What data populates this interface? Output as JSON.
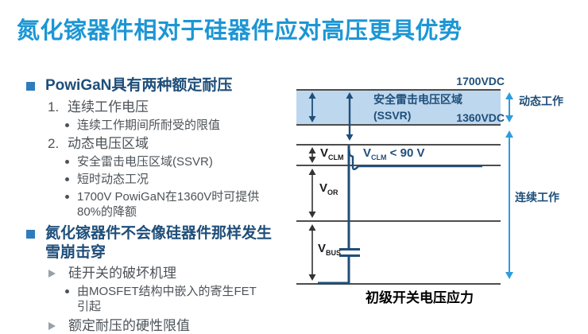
{
  "title": "氮化镓器件相对于硅器件应对高压更具优势",
  "left": {
    "s1_heading": "PowiGaN具有两种额定耐压",
    "s1_i1_num": "1.",
    "s1_i1_text": "连续工作电压",
    "s1_i1_sub": "连续工作期间所耐受的限值",
    "s1_i2_num": "2.",
    "s1_i2_text": "动态电压区域",
    "s1_i2_sub1": "安全雷击电压区域(SSVR)",
    "s1_i2_sub2": "短时动态工况",
    "s1_i2_sub3": "1700V PowiGaN在1360V时可提供80%的降额",
    "s2_heading": "氮化镓器件不会像硅器件那样发生雪崩击穿",
    "s2_i1_text": "硅开关的破坏机理",
    "s2_i1_sub": "由MOSFET结构中嵌入的寄生FET引起",
    "s2_i2_text": "额定耐压的硬性限值"
  },
  "diagram": {
    "top_voltage": "1700VDC",
    "band_label_line1": "安全雷击电压区域",
    "band_label_line2": "(SSVR)",
    "bottom_voltage": "1360VDC",
    "dynamic_label": "动态工作",
    "continuous_label": "连续工作",
    "vclm_base": "V",
    "vclm_sub": "CLM",
    "vclm_note_rest": " < 90 V",
    "vor_base": "V",
    "vor_sub": "OR",
    "vbus_base": "V",
    "vbus_sub": "BUS",
    "caption": "初级开关电压应力"
  },
  "colors": {
    "title_blue": "#1C96D4",
    "navy": "#1F4E79",
    "body_gray": "#4C5358",
    "band_fill": "#BDD7EE",
    "line_gray": "#4D4D4D",
    "arrow_blue": "#2F9CDE"
  }
}
